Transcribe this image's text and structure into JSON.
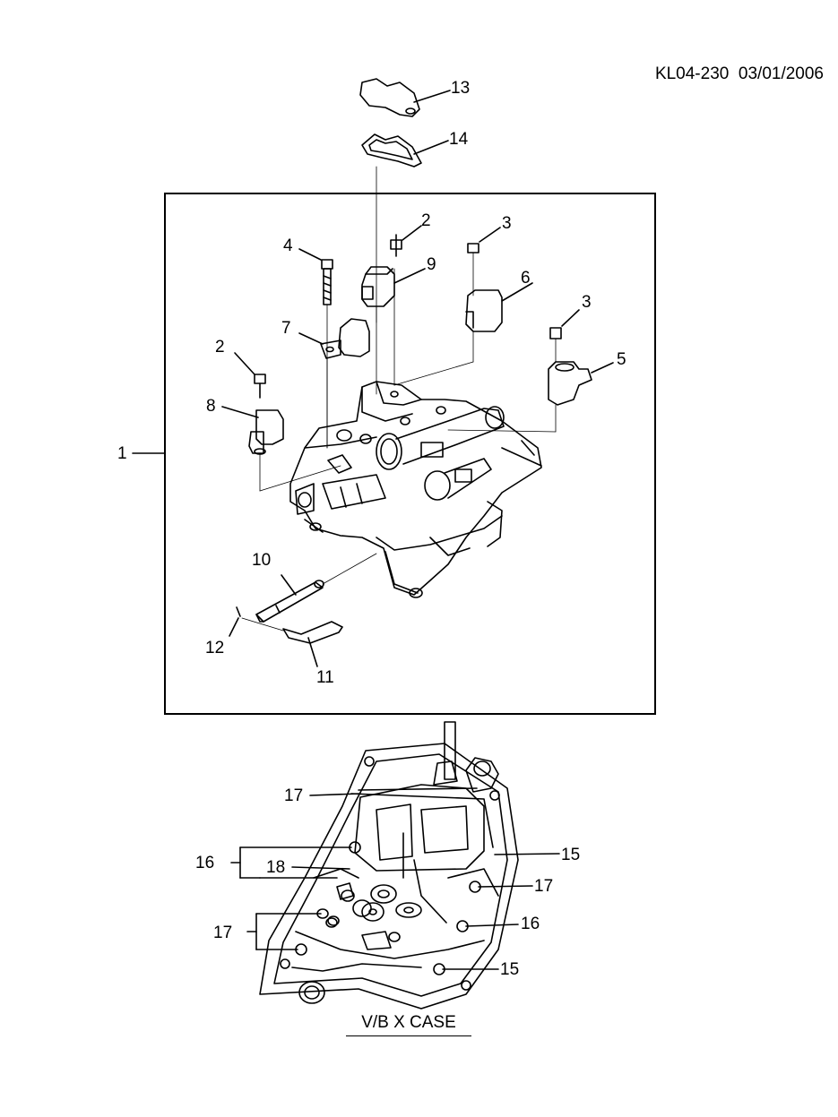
{
  "diagram_code": "KL04-230",
  "diagram_date": "03/01/2006",
  "caption": "V/B X CASE",
  "callouts": {
    "c1": "1",
    "c2a": "2",
    "c2b": "2",
    "c3a": "3",
    "c3b": "3",
    "c4": "4",
    "c5": "5",
    "c6": "6",
    "c7": "7",
    "c8": "8",
    "c9": "9",
    "c10": "10",
    "c11": "11",
    "c12": "12",
    "c13": "13",
    "c14": "14",
    "c15a": "15",
    "c15b": "15",
    "c16a": "16",
    "c16b": "16",
    "c17a": "17",
    "c17b": "17",
    "c17c": "17",
    "c18": "18"
  }
}
